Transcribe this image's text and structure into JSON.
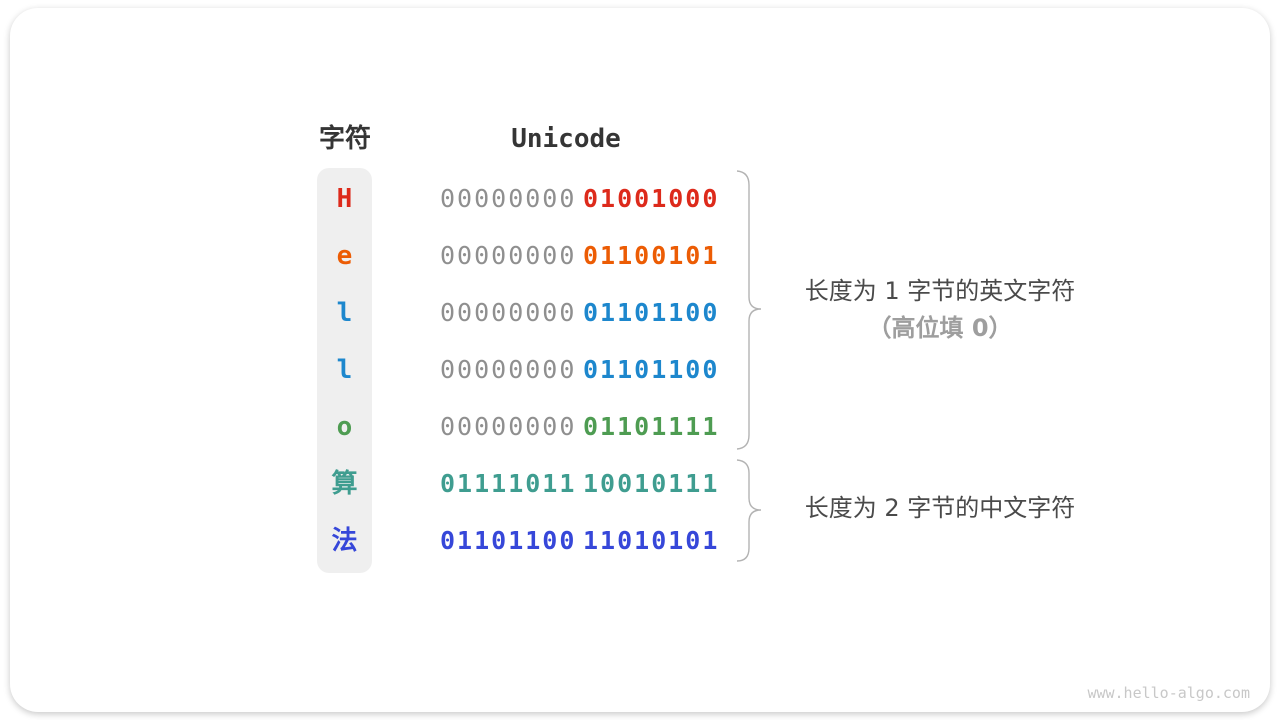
{
  "header": {
    "char_label": "字符",
    "code_label": "Unicode"
  },
  "rows": [
    {
      "char": "H",
      "char_color": "#dd2a1b",
      "byte1": "00000000",
      "byte1_color": "#8f8f8f",
      "byte2": "01001000",
      "byte2_color": "#dd2a1b"
    },
    {
      "char": "e",
      "char_color": "#ec5c04",
      "byte1": "00000000",
      "byte1_color": "#8f8f8f",
      "byte2": "01100101",
      "byte2_color": "#ec5c04"
    },
    {
      "char": "l",
      "char_color": "#1d87cd",
      "byte1": "00000000",
      "byte1_color": "#8f8f8f",
      "byte2": "01101100",
      "byte2_color": "#1d87cd"
    },
    {
      "char": "l",
      "char_color": "#1d87cd",
      "byte1": "00000000",
      "byte1_color": "#8f8f8f",
      "byte2": "01101100",
      "byte2_color": "#1d87cd"
    },
    {
      "char": "o",
      "char_color": "#4e9c52",
      "byte1": "00000000",
      "byte1_color": "#8f8f8f",
      "byte2": "01101111",
      "byte2_color": "#4e9c52"
    },
    {
      "char": "算",
      "char_color": "#3f9d90",
      "byte1": "01111011",
      "byte1_color": "#3f9d90",
      "byte2": "10010111",
      "byte2_color": "#3f9d90"
    },
    {
      "char": "法",
      "char_color": "#3647d9",
      "byte1": "01101100",
      "byte1_color": "#3647d9",
      "byte2": "11010101",
      "byte2_color": "#3647d9"
    }
  ],
  "annotations": {
    "group1_line1": "长度为 1 字节的英文字符",
    "group1_line2": "（高位填 0）",
    "group2": "长度为 2 字节的中文字符"
  },
  "brace_color": "#b3b3b3",
  "watermark": "www.hello-algo.com"
}
